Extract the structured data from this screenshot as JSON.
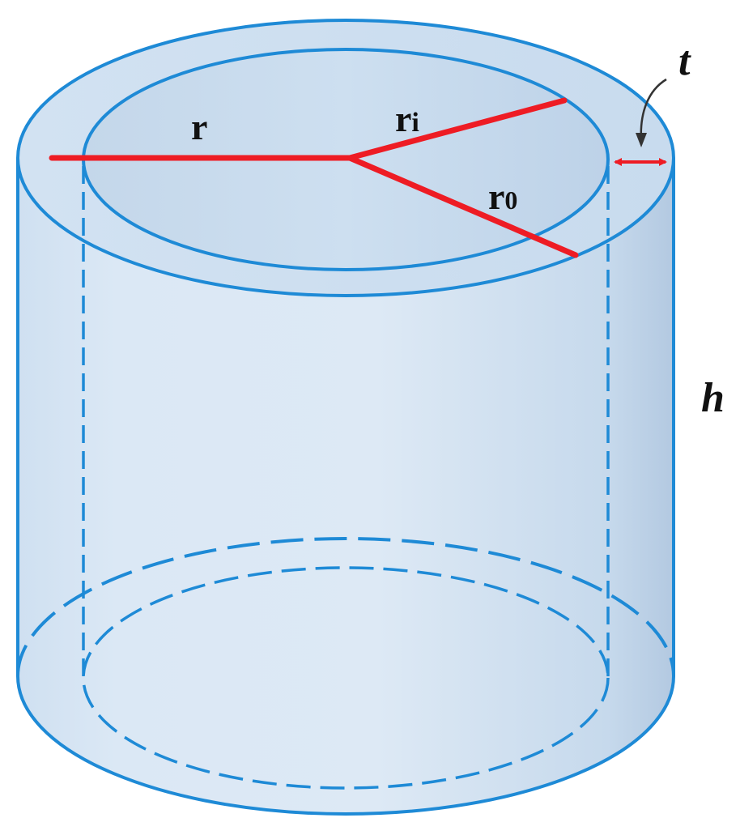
{
  "labels": {
    "r": "r",
    "ri_base": "r",
    "ri_sub": "i",
    "ro_base": "r",
    "ro_sub": "0",
    "t": "t",
    "h": "h"
  },
  "colors": {
    "outline": "#1e8ad6",
    "fill_light": "#dce9f5",
    "fill_mid": "#c9dcef",
    "fill_dark": "#b4cbe3",
    "radius_lines": "#ee1c24",
    "text": "#111111"
  }
}
